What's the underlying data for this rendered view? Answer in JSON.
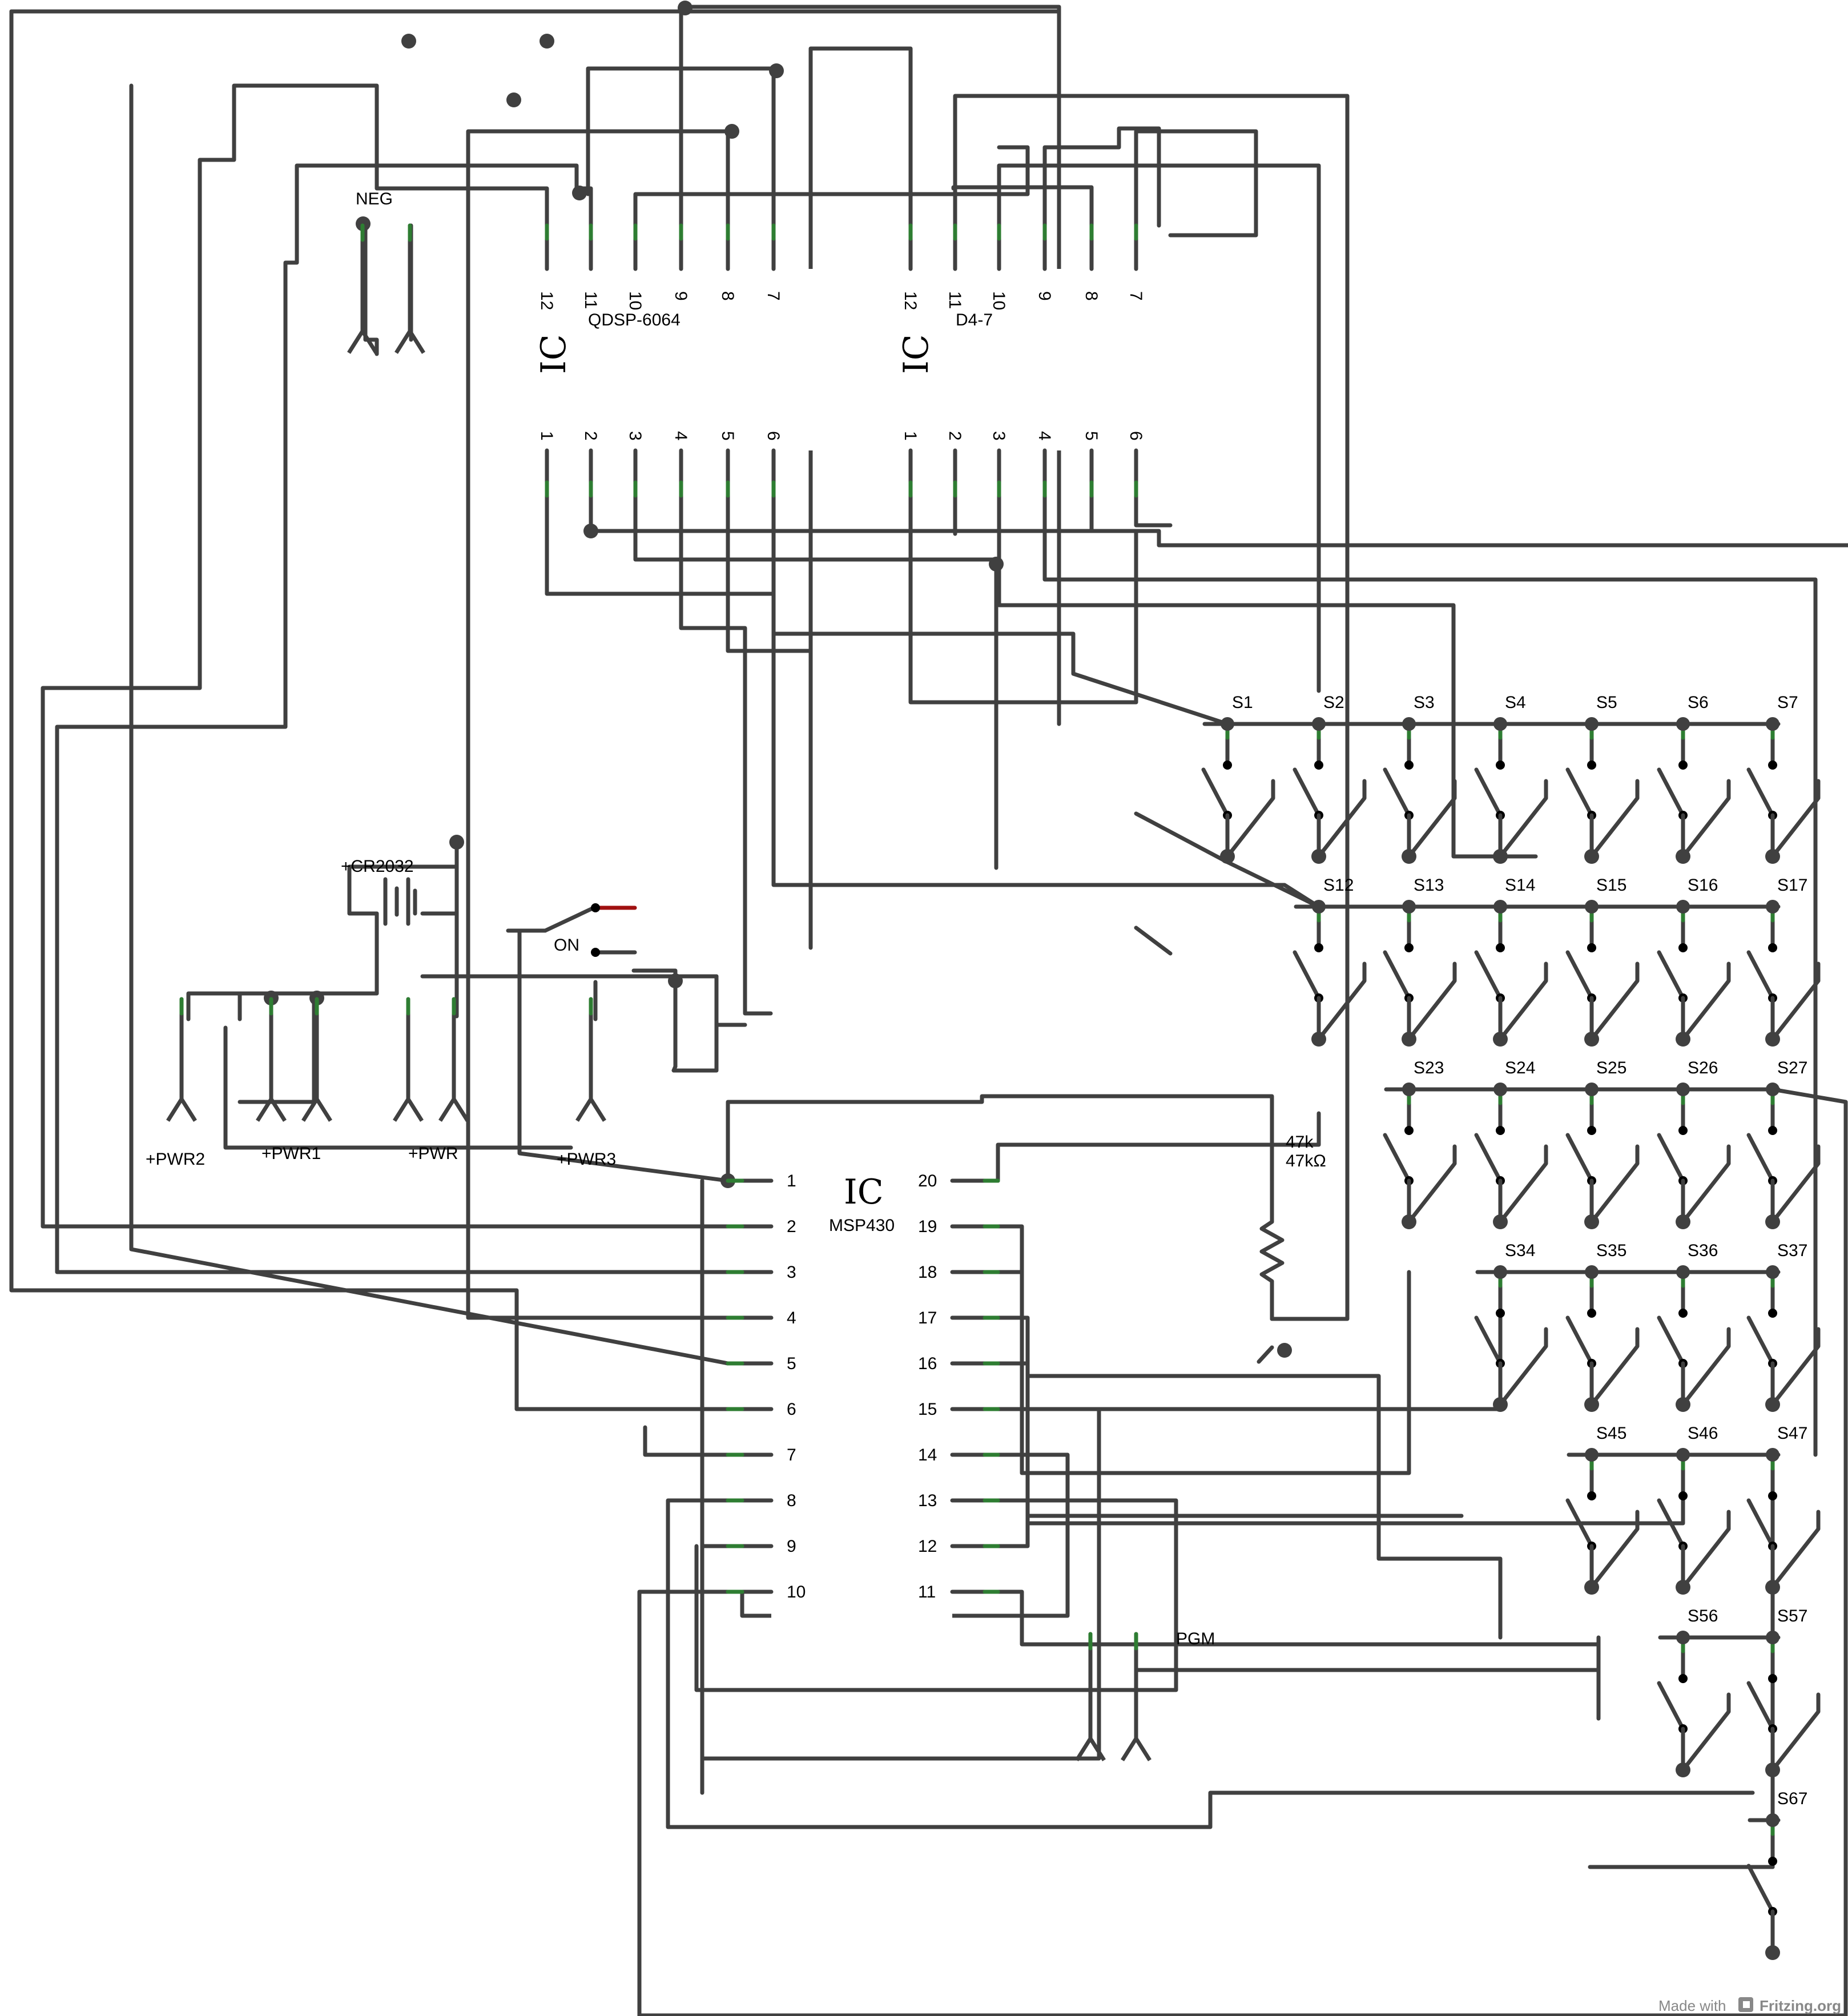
{
  "colors": {
    "wire": "#404040",
    "background": "#ffffff",
    "lead": "#2e7d32",
    "switch_dot": "#000000",
    "switch_red": "#a01010",
    "footer": "#888888"
  },
  "chips": {
    "display1": {
      "ic": "IC",
      "name": "QDSP-6064",
      "top_pins": [
        "12",
        "11",
        "10",
        "9",
        "8",
        "7"
      ],
      "bottom_pins": [
        "1",
        "2",
        "3",
        "4",
        "5",
        "6"
      ]
    },
    "display2": {
      "ic": "IC",
      "name": "D4-7",
      "top_pins": [
        "12",
        "11",
        "10",
        "9",
        "8",
        "7"
      ],
      "bottom_pins": [
        "1",
        "2",
        "3",
        "4",
        "5",
        "6"
      ]
    },
    "mcu": {
      "ic": "IC",
      "name": "MSP430",
      "left_pins": [
        "1",
        "2",
        "3",
        "4",
        "5",
        "6",
        "7",
        "8",
        "9",
        "10"
      ],
      "right_pins": [
        "20",
        "19",
        "18",
        "17",
        "16",
        "15",
        "14",
        "13",
        "12",
        "11"
      ]
    }
  },
  "labels": {
    "neg": "NEG",
    "battery": "+CR2032",
    "on": "ON",
    "pwr2": "+PWR2",
    "pwr1": "+PWR1",
    "pwr": "+PWR",
    "pwr3": "+PWR3",
    "resistor_a": "47k",
    "resistor_b": "47kΩ",
    "pgm": "PGM"
  },
  "switches": {
    "row1": [
      "S1",
      "S2",
      "S3",
      "S4",
      "S5",
      "S6",
      "S7"
    ],
    "row2": [
      "S12",
      "S13",
      "S14",
      "S15",
      "S16",
      "S17"
    ],
    "row3": [
      "S23",
      "S24",
      "S25",
      "S26",
      "S27"
    ],
    "row4": [
      "S34",
      "S35",
      "S36",
      "S37"
    ],
    "row5": [
      "S45",
      "S46",
      "S47"
    ],
    "row6": [
      "S56",
      "S57"
    ],
    "row7": [
      "S67"
    ]
  },
  "footer": {
    "made_with": "Made with",
    "brand": "Fritzing.org"
  }
}
